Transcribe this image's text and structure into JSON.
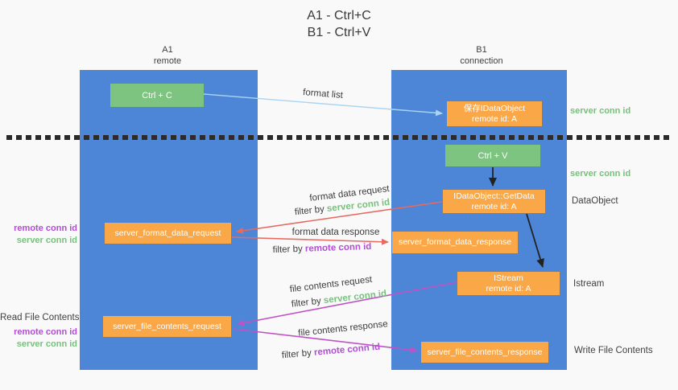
{
  "title": {
    "line1": "A1 - Ctrl+C",
    "line2": "B1 - Ctrl+V"
  },
  "lifelines": {
    "a": {
      "name": "A1",
      "subtitle": "remote"
    },
    "b": {
      "name": "B1",
      "subtitle": "connection"
    }
  },
  "nodes": {
    "ctrl_c": {
      "label": "Ctrl + C"
    },
    "save_idataobject": {
      "line1": "保存IDataObject",
      "line2": "remote id: A"
    },
    "ctrl_v": {
      "label": "Ctrl + V"
    },
    "getdata": {
      "line1": "IDataObject::GetData",
      "line2": "remote id: A"
    },
    "format_request": {
      "label": "server_format_data_request"
    },
    "format_response": {
      "label": "server_format_data_response"
    },
    "istream": {
      "line1": "IStream",
      "line2": "remote id: A"
    },
    "file_request": {
      "label": "server_file_contents_request"
    },
    "file_response": {
      "label": "server_file_contents_response"
    }
  },
  "right_labels": {
    "server_conn_top": "server conn id",
    "server_conn_mid": "server conn id",
    "dataobject": "DataObject",
    "istream": "Istream",
    "write_file_contents": "Write File Contents"
  },
  "left_labels": {
    "remote_conn_format": "remote conn id",
    "server_conn_format": "server conn id",
    "read_file_contents": "Read File Contents",
    "remote_conn_file": "remote conn id",
    "server_conn_file": "server conn id"
  },
  "arrows": {
    "format_list": {
      "label": "format list"
    },
    "format_data_request": {
      "label": "format data request",
      "filter_prefix": "filter by ",
      "filter_key": "server conn id"
    },
    "format_data_response": {
      "label": "format data response",
      "filter_prefix": "filter by ",
      "filter_key": "remote conn id"
    },
    "file_contents_request": {
      "label": "file contents request",
      "filter_prefix": "filter by ",
      "filter_key": "server conn id"
    },
    "file_contents_response": {
      "label": "file contents response",
      "filter_prefix": "filter by ",
      "filter_key": "remote conn id"
    }
  },
  "colors": {
    "lifeline_blue": "#4d86d7",
    "action_green": "#7cc47f",
    "message_orange": "#f9a747",
    "request_red": "#e8695f",
    "file_magenta": "#bf53c5",
    "format_list_blue": "#aad4f2",
    "conn_green_text": "#76c17b",
    "conn_purple_text": "#b14fd2",
    "arrow_black": "#222222"
  }
}
